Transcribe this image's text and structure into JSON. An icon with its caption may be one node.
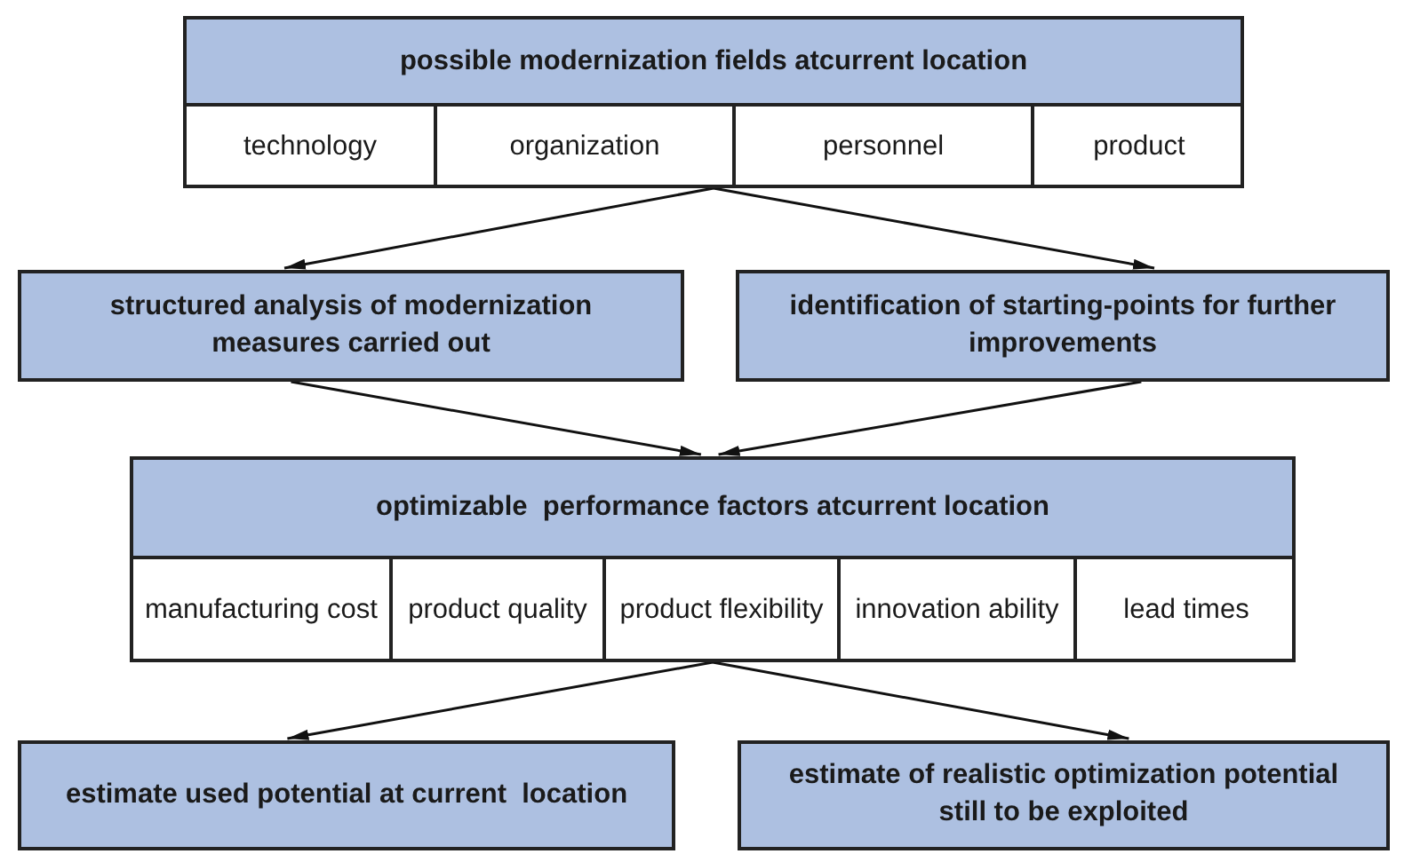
{
  "diagram": {
    "nodes": [
      {
        "text": [
          "possible modernization fields atcurrent location"
        ]
      },
      {
        "text": [
          "technology"
        ],
        "in": 0
      },
      {
        "text": [
          "organization"
        ],
        "in": 0
      },
      {
        "text": [
          "personnel"
        ],
        "in": 0
      },
      {
        "text": [
          "product"
        ],
        "in": 0
      },
      {
        "text": [
          "structured analysis of modernization measures carried out"
        ]
      },
      {
        "text": [
          "identification of starting-points for further improvements"
        ]
      },
      {
        "text": [
          "optimizable  performance factors atcurrent location"
        ]
      },
      {
        "text": [
          "manufacturing cost"
        ],
        "in": 7
      },
      {
        "text": [
          "product quality"
        ],
        "in": 7
      },
      {
        "text": [
          "product flexibility"
        ],
        "in": 7
      },
      {
        "text": [
          "innovation ability"
        ],
        "in": 7
      },
      {
        "text": [
          "lead times"
        ],
        "in": 7
      },
      {
        "text": [
          "estimate used potential at current  location"
        ]
      },
      {
        "text": [
          "estimate of realistic optimization potential still to be exploited"
        ]
      }
    ],
    "edges": [
      {
        "from": 0,
        "to": 5,
        "arrow": "to"
      },
      {
        "from": 0,
        "to": 6,
        "arrow": "to"
      },
      {
        "from": 5,
        "to": 7,
        "arrow": "to"
      },
      {
        "from": 6,
        "to": 7,
        "arrow": "to"
      },
      {
        "from": 7,
        "to": 13,
        "arrow": "to"
      },
      {
        "from": 7,
        "to": 14,
        "arrow": "to"
      }
    ]
  }
}
